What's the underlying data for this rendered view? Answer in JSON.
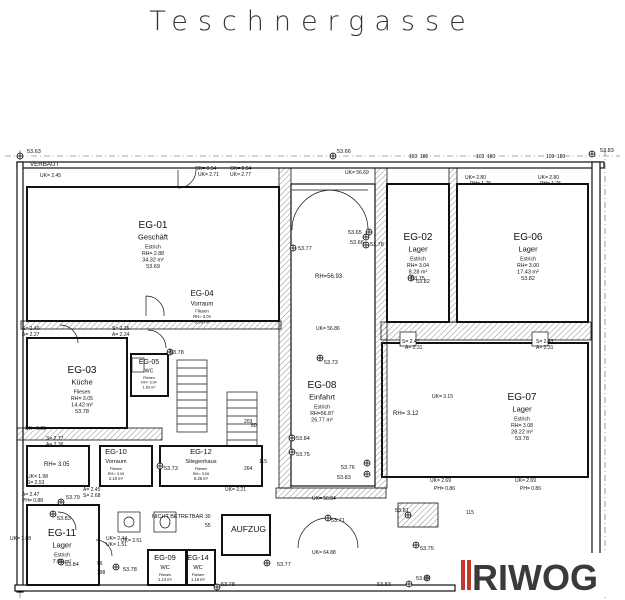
{
  "street": "Teschnergasse",
  "logo": "RIWOG",
  "rooms": [
    {
      "id": "EG-01",
      "name": "Geschäft",
      "floor": "Estrich",
      "height": "RH= 2.88",
      "area": "34.32 m²",
      "level": "53.69"
    },
    {
      "id": "EG-02",
      "name": "Lager",
      "floor": "Estrich",
      "height": "RH= 3.04",
      "area": "8.28 m²",
      "level": "53.75"
    },
    {
      "id": "EG-03",
      "name": "Küche",
      "floor": "Fliesen",
      "height": "RH= 3.05",
      "area": "14.42 m²",
      "level": "53.78"
    },
    {
      "id": "EG-04",
      "name": "Vorraum",
      "floor": "Fliesen",
      "height": "RH= 3.04",
      "area": "8.95 m²",
      "level": ""
    },
    {
      "id": "EG-05",
      "name": "WC",
      "floor": "Fliesen",
      "height": "RH= 3.04",
      "area": "1.83 m²",
      "level": ""
    },
    {
      "id": "EG-06",
      "name": "Lager",
      "floor": "Estrich",
      "height": "RH= 3.00",
      "area": "17.43 m²",
      "level": "53.82"
    },
    {
      "id": "EG-07",
      "name": "Lager",
      "floor": "Estrich",
      "height": "RH= 3.08",
      "area": "28.22 m²",
      "level": "53.78"
    },
    {
      "id": "EG-08",
      "name": "Einfahrt",
      "floor": "Estrich",
      "height": "RH=56.87",
      "area": "26.77 m²",
      "level": ""
    },
    {
      "id": "EG-09",
      "name": "WC",
      "floor": "Fliesen",
      "height": "",
      "area": "1.13 m²",
      "level": ""
    },
    {
      "id": "EG-10",
      "name": "Vorraum",
      "floor": "Fliesen",
      "height": "RH= 3.05",
      "area": "2.10 m²",
      "level": ""
    },
    {
      "id": "EG-11",
      "name": "Lager",
      "floor": "Estrich",
      "height": "",
      "area": "7.06 m²",
      "level": ""
    },
    {
      "id": "EG-12",
      "name": "Stiegenhaus",
      "floor": "Fliesen",
      "height": "RH= 3.06",
      "area": "6.26 m²",
      "level": ""
    },
    {
      "id": "EG-14",
      "name": "WC",
      "floor": "Fliesen",
      "height": "",
      "area": "1.16 m²",
      "level": ""
    }
  ],
  "labels": {
    "aufzug": "AUFZUG",
    "nicht_betretbar": "NICHT BETRETBAR",
    "verbaut": "VERBAUT",
    "rh_einfahrt": "RH=56.93",
    "rh_eg07": "RH= 3.12",
    "rh_eg03_b": "RH= 3.05"
  },
  "elevations": [
    "53.63",
    "53.66",
    "53.83",
    "53.77",
    "53.65",
    "53.66",
    "53.78",
    "53.73",
    "53.84",
    "53.75",
    "53.76",
    "53.83",
    "53.82",
    "53.71",
    "53.81",
    "53.75",
    "53.83",
    "53.87",
    "53.78",
    "53.84",
    "53.78",
    "53.73",
    "53.77",
    "53.79",
    "53.83",
    "53.78"
  ],
  "annotations": [
    "UK= 2.45",
    "UK= 56.69",
    "OK= 0.54",
    "UK= 2.71",
    "OK= 0.54",
    "UK= 2.77",
    "UK= 2.80",
    "PH= 1.75",
    "UK= 2.80",
    "PH= 1.75",
    "UK= 56.86",
    "UK= 56.84",
    "UK= 64.88",
    "UK= 2.69",
    "PH= 0.86",
    "UK= 2.69",
    "PH= 0.86",
    "UK= 2.21",
    "S= 2.41",
    "A= 2.31",
    "S= 2.43",
    "A= 2.31",
    "S= 2.40",
    "A= 2.27",
    "S= 2.35",
    "A= 2.24",
    "S= 2.77",
    "A= 2.36",
    "UK= 1.98",
    "S= 2.53",
    "A= 2.45",
    "S= 2.68",
    "A= 2.47",
    "PH= 0.88",
    "UK= 2.44",
    "UK= 1.51",
    "UK= 2.51",
    "UK= 1.68",
    "UK= 3.15",
    "UK= 3.05"
  ],
  "dims": [
    "103",
    "180",
    "103",
    "180",
    "103",
    "180",
    "80",
    "115",
    "203",
    "264",
    "30",
    "55",
    "96",
    "198",
    "115"
  ]
}
